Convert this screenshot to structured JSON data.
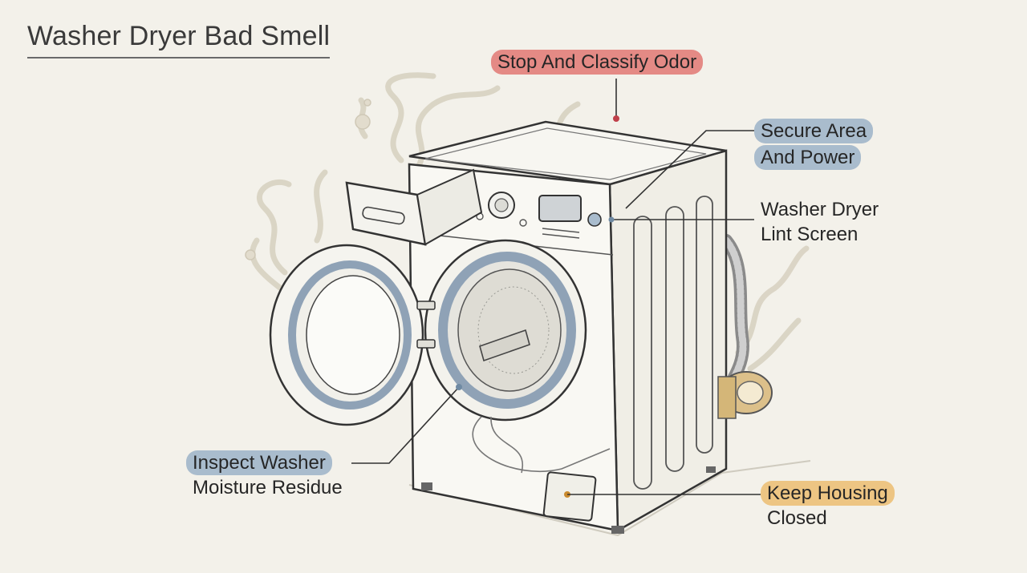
{
  "title": "Washer Dryer Bad Smell",
  "labels": {
    "stop": "Stop And Classify Odor",
    "secure_line1": "Secure Area",
    "secure_line2": "And Power",
    "lint_line1": "Washer Dryer",
    "lint_line2": "Lint Screen",
    "inspect_line1": "Inspect Washer",
    "inspect_line2": "Moisture Residue",
    "keep_line1": "Keep Housing",
    "keep_line2": "Closed"
  },
  "colors": {
    "background": "#f3f1ea",
    "red_pill": "#e48a85",
    "blue_pill": "#a9bccd",
    "amber_pill": "#edc583",
    "line": "#333333",
    "gasket": "#8fa2b6",
    "smoke": "#d8d2c2",
    "duct": "#dcc08a"
  }
}
